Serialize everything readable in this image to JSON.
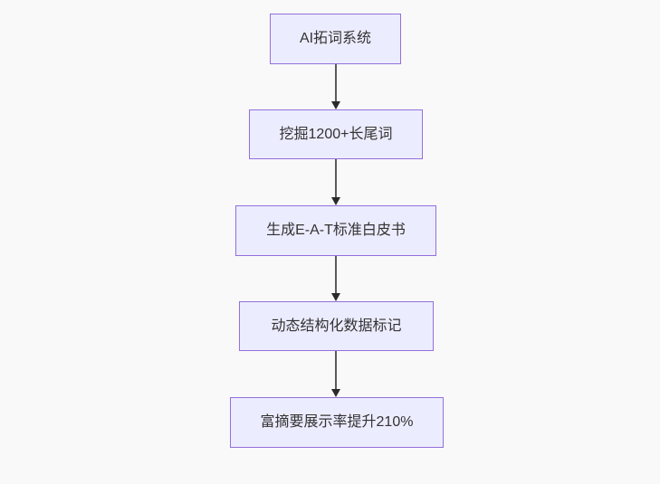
{
  "diagram": {
    "type": "flowchart-top-down",
    "nodes": [
      {
        "label": "AI拓词系统"
      },
      {
        "label": "挖掘1200+长尾词"
      },
      {
        "label": "生成E-A-T标准白皮书"
      },
      {
        "label": "动态结构化数据标记"
      },
      {
        "label": "富摘要展示率提升210%"
      }
    ],
    "edges": [
      {
        "from_index": 0,
        "to_index": 1
      },
      {
        "from_index": 1,
        "to_index": 2
      },
      {
        "from_index": 2,
        "to_index": 3
      },
      {
        "from_index": 3,
        "to_index": 4
      }
    ]
  },
  "colors": {
    "background": "#f9f9f9",
    "node_fill": "#ececff",
    "node_border": "#9370db",
    "node_text": "#333333",
    "arrow_line": "#5a5a5a",
    "arrow_head": "#2a2a2a"
  }
}
